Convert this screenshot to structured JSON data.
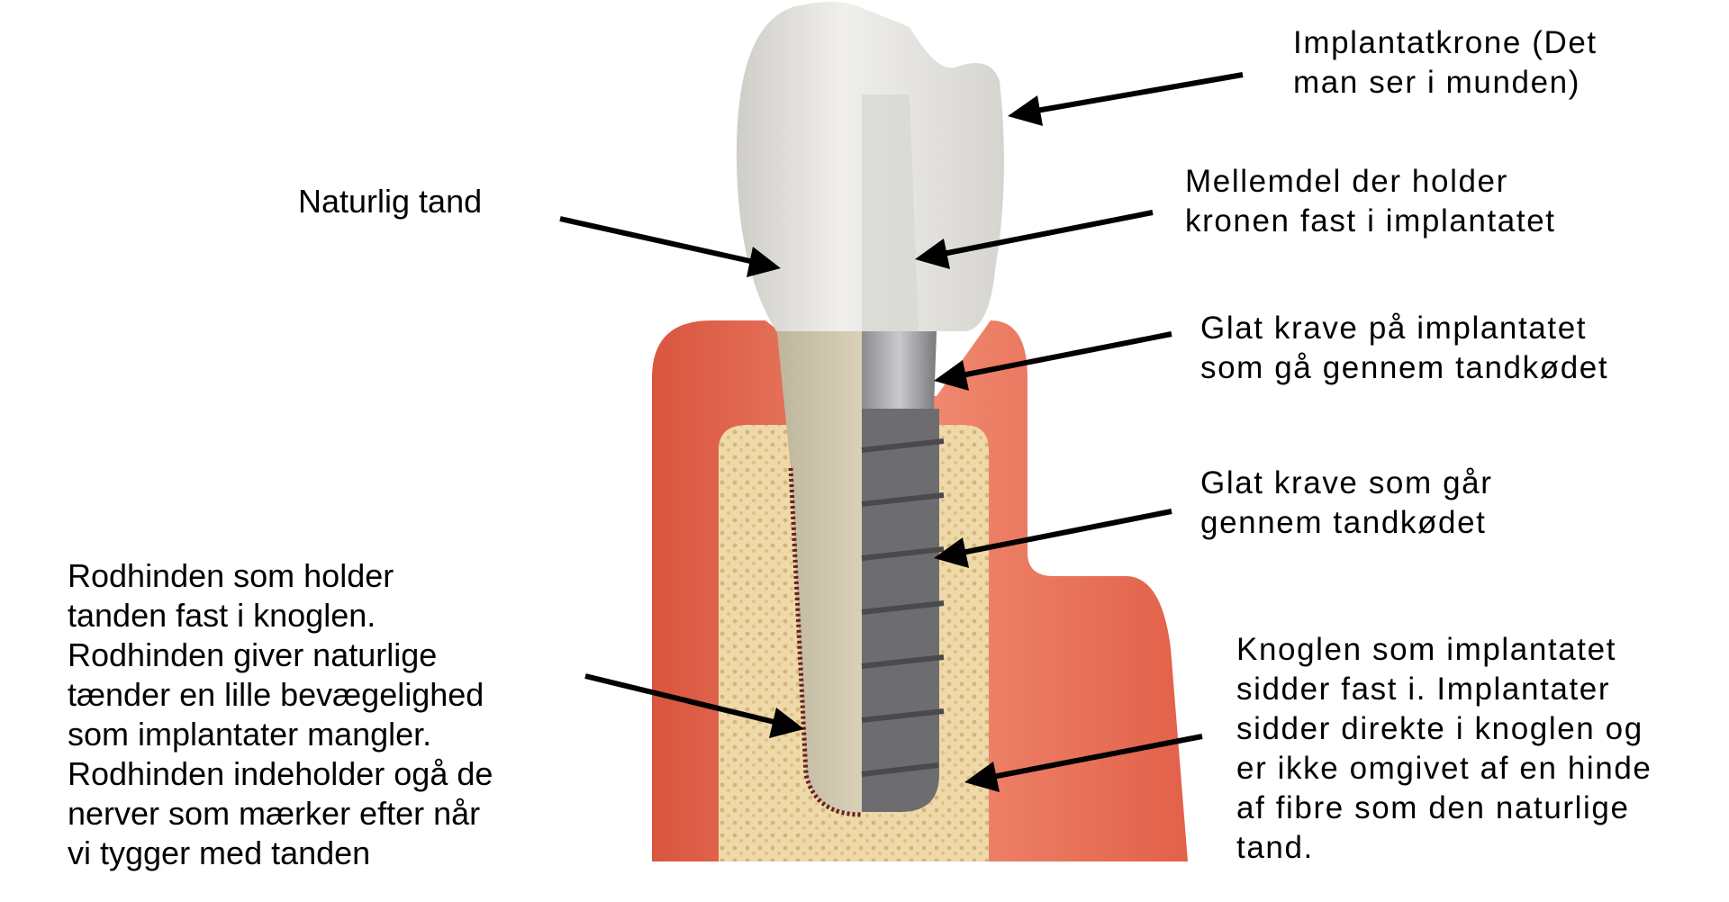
{
  "labels": {
    "natural_tooth": {
      "lines": [
        "Naturlig tand"
      ]
    },
    "implant_crown": {
      "lines": [
        "Implantatkrone  (Det",
        "man ser i munden)"
      ]
    },
    "abutment": {
      "lines": [
        "Mellemdel der holder",
        "kronen fast i implantatet"
      ]
    },
    "smooth_collar_implant": {
      "lines": [
        "Glat krave på implantatet",
        "som gå gennem tandkødet"
      ]
    },
    "smooth_collar_gum": {
      "lines": [
        "Glat krave som går",
        "gennem tandkødet"
      ]
    },
    "periodontal_ligament": {
      "lines": [
        "Rodhinden som holder",
        "tanden fast i knoglen.",
        "Rodhinden giver naturlige",
        "tænder en lille bevægelighed",
        "som implantater mangler.",
        "Rodhinden indeholder ogå de",
        "nerver som mærker efter når",
        "vi tygger med tanden"
      ]
    },
    "bone": {
      "lines": [
        "Knoglen som implantatet",
        "sidder fast i. Implantater",
        "sidder direkte i knoglen og",
        "er ikke omgivet af en hinde",
        "af fibre som den naturlige",
        "tand."
      ]
    }
  },
  "colors": {
    "gum": "#e8735a",
    "bone": "#efd9a8",
    "crown": "#e6e4df",
    "implant": "#6d6d70",
    "arrow": "#000000"
  }
}
